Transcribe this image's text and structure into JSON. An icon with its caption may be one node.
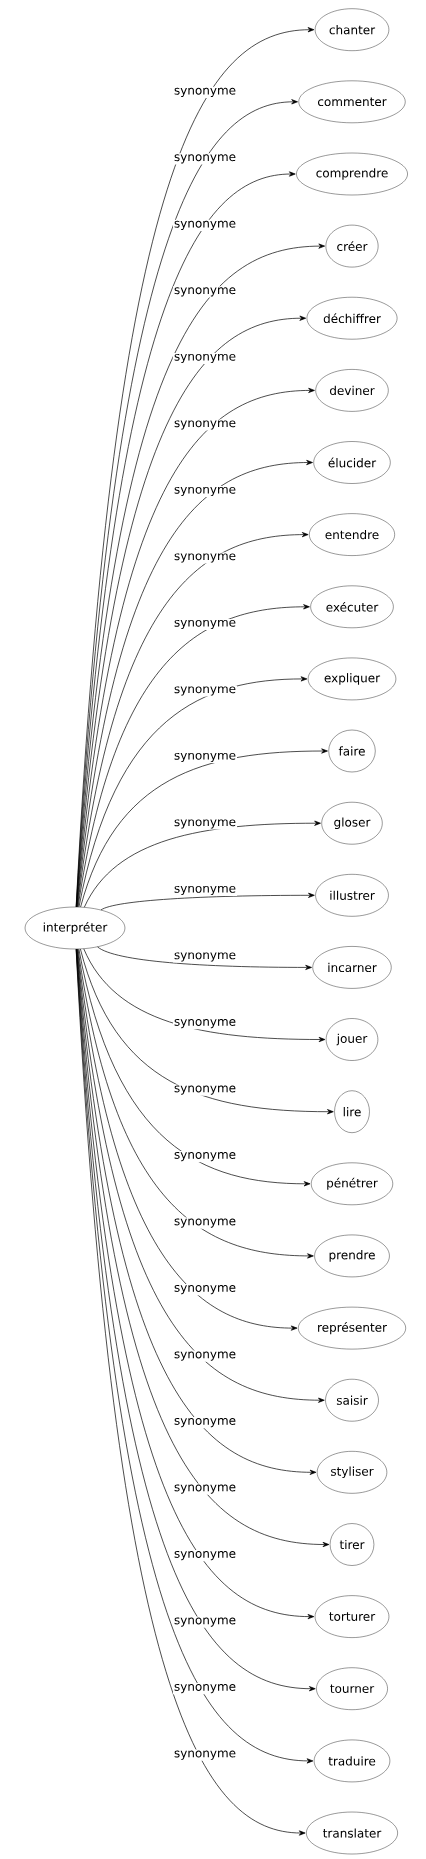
{
  "diagram": {
    "nodes": [
      {
        "text": [
          "interpréter"
        ]
      },
      {
        "text": [
          "chanter"
        ]
      },
      {
        "text": [
          "commenter"
        ]
      },
      {
        "text": [
          "comprendre"
        ]
      },
      {
        "text": [
          "créer"
        ]
      },
      {
        "text": [
          "déchiffrer"
        ]
      },
      {
        "text": [
          "deviner"
        ]
      },
      {
        "text": [
          "élucider"
        ]
      },
      {
        "text": [
          "entendre"
        ]
      },
      {
        "text": [
          "exécuter"
        ]
      },
      {
        "text": [
          "expliquer"
        ]
      },
      {
        "text": [
          "faire"
        ]
      },
      {
        "text": [
          "gloser"
        ]
      },
      {
        "text": [
          "illustrer"
        ]
      },
      {
        "text": [
          "incarner"
        ]
      },
      {
        "text": [
          "jouer"
        ]
      },
      {
        "text": [
          "lire"
        ]
      },
      {
        "text": [
          "pénétrer"
        ]
      },
      {
        "text": [
          "prendre"
        ]
      },
      {
        "text": [
          "représenter"
        ]
      },
      {
        "text": [
          "saisir"
        ]
      },
      {
        "text": [
          "styliser"
        ]
      },
      {
        "text": [
          "tirer"
        ]
      },
      {
        "text": [
          "torturer"
        ]
      },
      {
        "text": [
          "tourner"
        ]
      },
      {
        "text": [
          "traduire"
        ]
      },
      {
        "text": [
          "translater"
        ]
      }
    ],
    "edges": [
      {
        "from": 0,
        "to": 1,
        "arrow": "to",
        "label": "synonyme"
      },
      {
        "from": 0,
        "to": 2,
        "arrow": "to",
        "label": "synonyme"
      },
      {
        "from": 0,
        "to": 3,
        "arrow": "to",
        "label": "synonyme"
      },
      {
        "from": 0,
        "to": 4,
        "arrow": "to",
        "label": "synonyme"
      },
      {
        "from": 0,
        "to": 5,
        "arrow": "to",
        "label": "synonyme"
      },
      {
        "from": 0,
        "to": 6,
        "arrow": "to",
        "label": "synonyme"
      },
      {
        "from": 0,
        "to": 7,
        "arrow": "to",
        "label": "synonyme"
      },
      {
        "from": 0,
        "to": 8,
        "arrow": "to",
        "label": "synonyme"
      },
      {
        "from": 0,
        "to": 9,
        "arrow": "to",
        "label": "synonyme"
      },
      {
        "from": 0,
        "to": 10,
        "arrow": "to",
        "label": "synonyme"
      },
      {
        "from": 0,
        "to": 11,
        "arrow": "to",
        "label": "synonyme"
      },
      {
        "from": 0,
        "to": 12,
        "arrow": "to",
        "label": "synonyme"
      },
      {
        "from": 0,
        "to": 13,
        "arrow": "to",
        "label": "synonyme"
      },
      {
        "from": 0,
        "to": 14,
        "arrow": "to",
        "label": "synonyme"
      },
      {
        "from": 0,
        "to": 15,
        "arrow": "to",
        "label": "synonyme"
      },
      {
        "from": 0,
        "to": 16,
        "arrow": "to",
        "label": "synonyme"
      },
      {
        "from": 0,
        "to": 17,
        "arrow": "to",
        "label": "synonyme"
      },
      {
        "from": 0,
        "to": 18,
        "arrow": "to",
        "label": "synonyme"
      },
      {
        "from": 0,
        "to": 19,
        "arrow": "to",
        "label": "synonyme"
      },
      {
        "from": 0,
        "to": 20,
        "arrow": "to",
        "label": "synonyme"
      },
      {
        "from": 0,
        "to": 21,
        "arrow": "to",
        "label": "synonyme"
      },
      {
        "from": 0,
        "to": 22,
        "arrow": "to",
        "label": "synonyme"
      },
      {
        "from": 0,
        "to": 23,
        "arrow": "to",
        "label": "synonyme"
      },
      {
        "from": 0,
        "to": 24,
        "arrow": "to",
        "label": "synonyme"
      },
      {
        "from": 0,
        "to": 25,
        "arrow": "to",
        "label": "synonyme"
      },
      {
        "from": 0,
        "to": 26,
        "arrow": "to",
        "label": "synonyme"
      }
    ]
  }
}
